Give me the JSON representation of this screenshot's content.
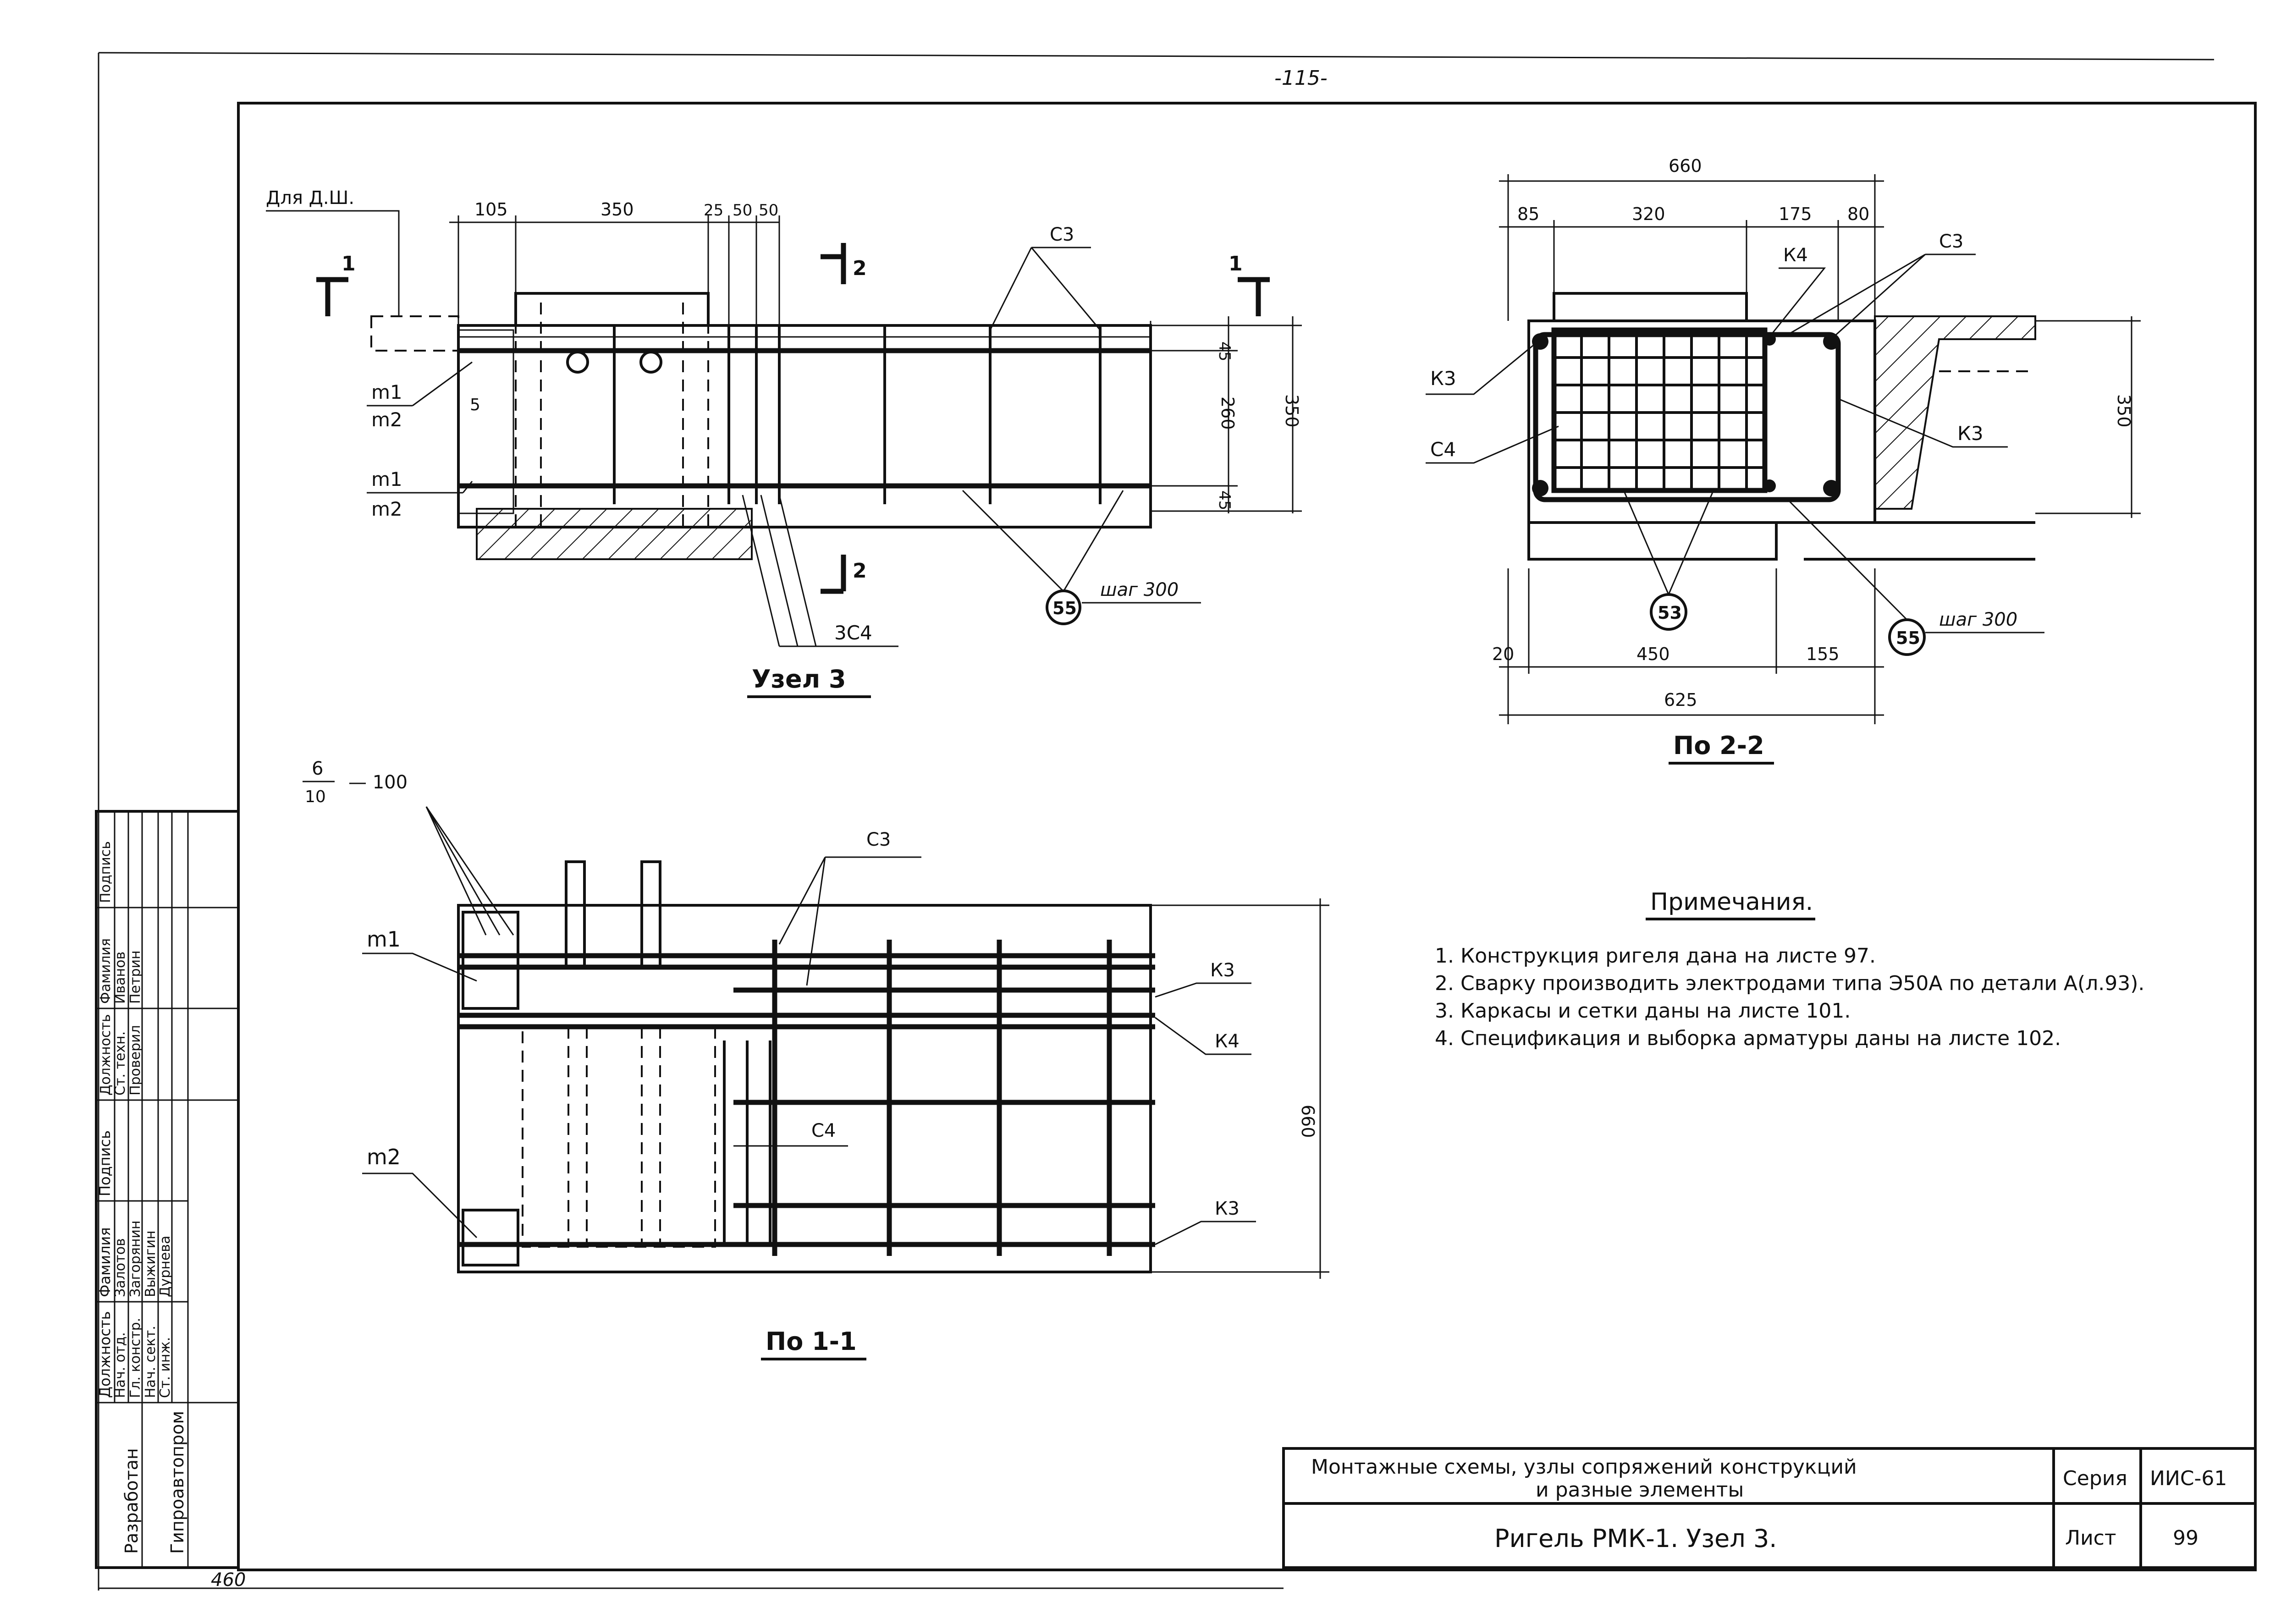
{
  "sheet": {
    "page_number": "-115-",
    "bottom_number": "460"
  },
  "uzel3": {
    "title": "Узел 3",
    "label_dlya_dsh": "Для Д.Ш.",
    "dim_top": [
      "105",
      "350",
      "25",
      "50",
      "50"
    ],
    "dim_right": [
      "45",
      "260",
      "45",
      "350"
    ],
    "section_1_left": "1",
    "section_1_right": "1",
    "section_2_top": "2",
    "section_2_bottom": "2",
    "label_c3": "С3",
    "label_3c4": "3С4",
    "label_m1_m2_top": [
      "m1",
      "m2"
    ],
    "label_m1_m2_bottom": [
      "m1",
      "m2"
    ],
    "label_5": "5",
    "callout_55": "55",
    "shag": "шаг 300"
  },
  "section22": {
    "title": "По 2-2",
    "dim_top_total": "660",
    "dim_top": [
      "85",
      "320",
      "175",
      "80"
    ],
    "dim_right": "350",
    "dim_bottom": [
      "20",
      "450",
      "155"
    ],
    "dim_bottom_total": "625",
    "label_k3_left": "К3",
    "label_c4": "С4",
    "label_k4": "К4",
    "label_c3": "С3",
    "label_k3_right": "К3",
    "callout_53": "53",
    "callout_55": "55",
    "shag": "шаг 300"
  },
  "section11": {
    "title": "По 1-1",
    "label_frac_top": "6",
    "label_frac_bottom": "10",
    "label_frac_value": "— 100",
    "label_c3": "С3",
    "label_m1": "m1",
    "label_m2": "m2",
    "label_k3_top": "К3",
    "label_k4": "К4",
    "label_c4": "С4",
    "label_k3_bottom": "К3",
    "dim_right": "660"
  },
  "notes": {
    "title": "Примечания.",
    "items": [
      "1. Конструкция ригеля дана на листе 97.",
      "2. Сварку производить электродами типа Э50А по детали А(л.93).",
      "3. Каркасы и сетки даны на листе 101.",
      "4. Спецификация и выборка арматуры даны на листе 102."
    ]
  },
  "stamp": {
    "org_left": "Разработан",
    "org_right": "Гипроавтопром",
    "headers": [
      "Должность",
      "Фамилия",
      "Подпись"
    ],
    "rows": [
      {
        "position": "Нач. отд.",
        "name": "Залотов"
      },
      {
        "position": "Гл. констр.",
        "name": "Загорянин"
      },
      {
        "position": "Нач. сект.",
        "name": "Выжигин"
      },
      {
        "position": "Ст. инж.",
        "name": "Дурнева"
      }
    ],
    "headers2": [
      "Должность",
      "Фамилия",
      "Подпись"
    ],
    "rows2": [
      {
        "position": "Ст. техн.",
        "name": "Иванов"
      },
      {
        "position": "Проверил",
        "name": "Петрин"
      }
    ]
  },
  "titleblock": {
    "title_line1": "Монтажные схемы, узлы сопряжений конструкций",
    "title_line2": "и разные элементы",
    "seria_label": "Серия",
    "seria_value": "ИИС-61",
    "subtitle": "Ригель РМК-1. Узел 3.",
    "list_label": "Лист",
    "list_value": "99"
  }
}
